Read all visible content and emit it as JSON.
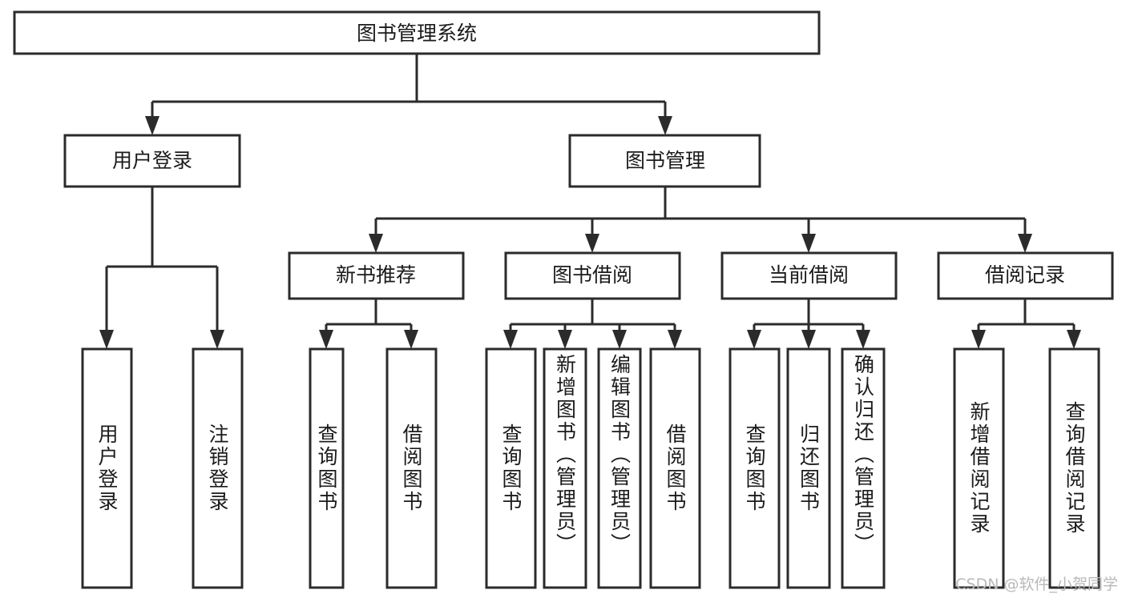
{
  "diagram": {
    "type": "tree-hierarchy-chart",
    "title": "图书管理系统",
    "background_color": "#ffffff",
    "line_color": "#2b2b2b",
    "text_color": "#1b1b1b",
    "root": {
      "label": "图书管理系统"
    },
    "level2": [
      {
        "label": "用户登录"
      },
      {
        "label": "图书管理"
      }
    ],
    "level3": [
      {
        "label": "新书推荐"
      },
      {
        "label": "图书借阅"
      },
      {
        "label": "当前借阅"
      },
      {
        "label": "借阅记录"
      }
    ],
    "leaves": [
      {
        "label": "用户登录",
        "parent": "用户登录"
      },
      {
        "label": "注销登录",
        "parent": "用户登录"
      },
      {
        "label": "查询图书",
        "parent": "新书推荐"
      },
      {
        "label": "借阅图书",
        "parent": "新书推荐"
      },
      {
        "label": "查询图书",
        "parent": "图书借阅"
      },
      {
        "label": "新增图书（管理员）",
        "parent": "图书借阅"
      },
      {
        "label": "编辑图书（管理员）",
        "parent": "图书借阅"
      },
      {
        "label": "借阅图书",
        "parent": "图书借阅"
      },
      {
        "label": "查询图书",
        "parent": "当前借阅"
      },
      {
        "label": "归还图书",
        "parent": "当前借阅"
      },
      {
        "label": "确认归还（管理员）",
        "parent": "当前借阅"
      },
      {
        "label": "新增借阅记录",
        "parent": "借阅记录"
      },
      {
        "label": "查询借阅记录",
        "parent": "借阅记录"
      }
    ]
  },
  "watermark": {
    "text": "CSDN @软件_小贺同学"
  }
}
